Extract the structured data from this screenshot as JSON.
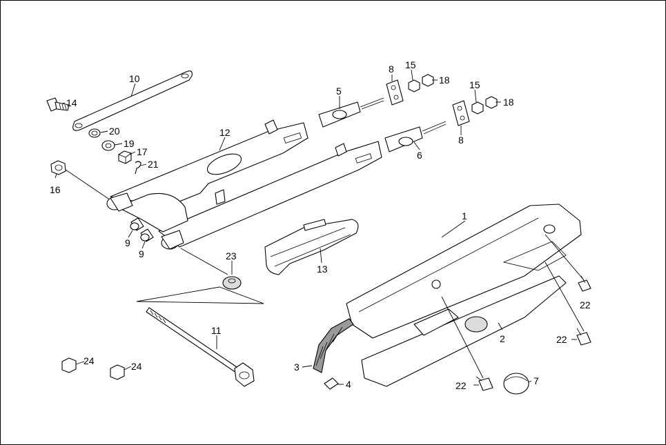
{
  "diagram": {
    "callouts": [
      {
        "id": "c1",
        "text": "1"
      },
      {
        "id": "c2",
        "text": "2"
      },
      {
        "id": "c3",
        "text": "3"
      },
      {
        "id": "c4",
        "text": "4"
      },
      {
        "id": "c5",
        "text": "5"
      },
      {
        "id": "c6",
        "text": "6"
      },
      {
        "id": "c7",
        "text": "7"
      },
      {
        "id": "c8a",
        "text": "8"
      },
      {
        "id": "c8b",
        "text": "8"
      },
      {
        "id": "c9a",
        "text": "9"
      },
      {
        "id": "c9b",
        "text": "9"
      },
      {
        "id": "c10",
        "text": "10"
      },
      {
        "id": "c11",
        "text": "11"
      },
      {
        "id": "c12",
        "text": "12"
      },
      {
        "id": "c13",
        "text": "13"
      },
      {
        "id": "c14",
        "text": "14"
      },
      {
        "id": "c15a",
        "text": "15"
      },
      {
        "id": "c15b",
        "text": "15"
      },
      {
        "id": "c16",
        "text": "16"
      },
      {
        "id": "c17",
        "text": "17"
      },
      {
        "id": "c18a",
        "text": "18"
      },
      {
        "id": "c18b",
        "text": "18"
      },
      {
        "id": "c19",
        "text": "19"
      },
      {
        "id": "c20",
        "text": "20"
      },
      {
        "id": "c21",
        "text": "21"
      },
      {
        "id": "c22a",
        "text": "22"
      },
      {
        "id": "c22b",
        "text": "22"
      },
      {
        "id": "c22c",
        "text": "22"
      },
      {
        "id": "c23",
        "text": "23"
      },
      {
        "id": "c24a",
        "text": "24"
      },
      {
        "id": "c24b",
        "text": "24"
      }
    ]
  }
}
